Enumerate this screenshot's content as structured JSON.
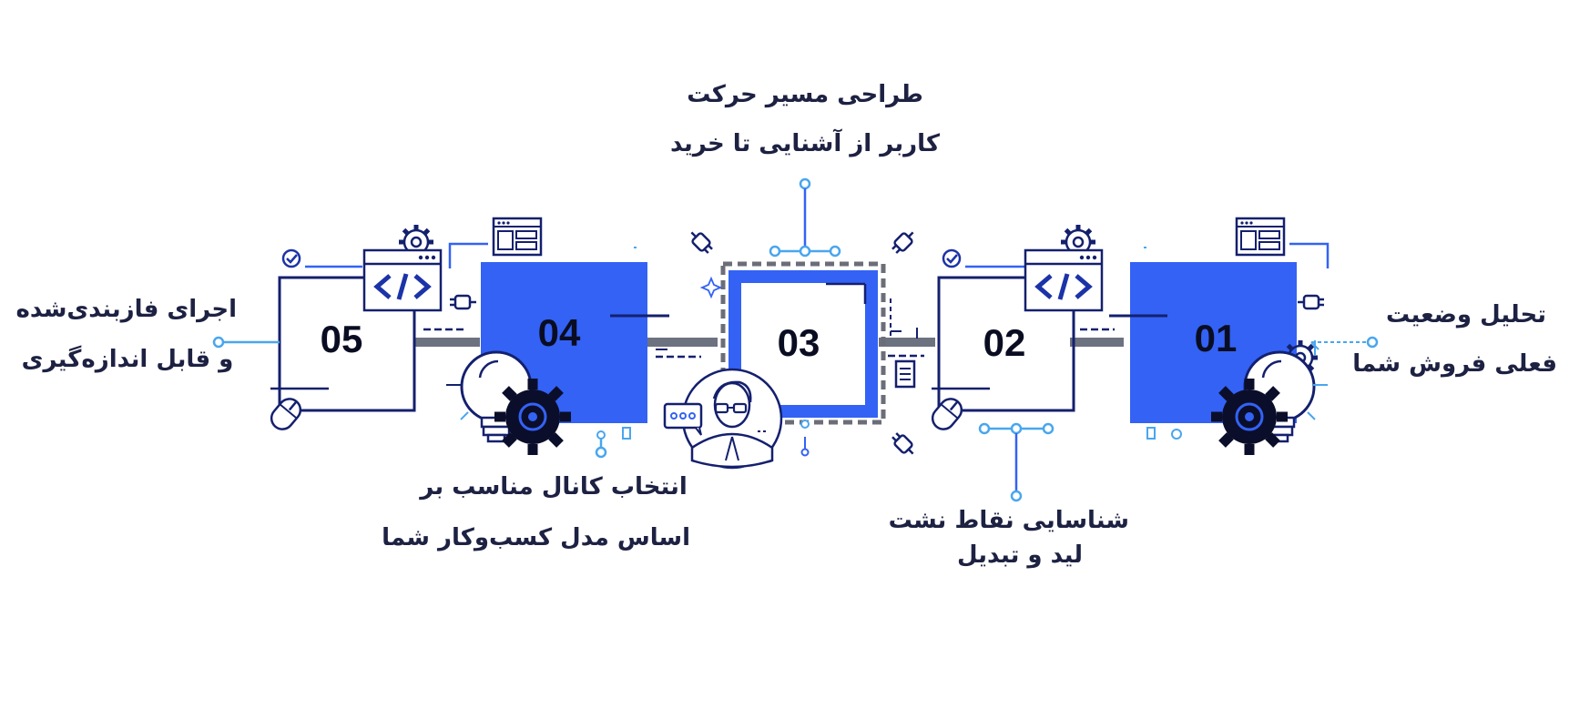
{
  "colors": {
    "blue": "#3362f5",
    "navy": "#14206e",
    "light_blue": "#49a6ee",
    "gray_bar": "#6d7280",
    "dashed": "#6b6e78",
    "text": "#1d2142"
  },
  "steps": [
    {
      "number": "01",
      "line1": "تحلیل وضعیت",
      "line2": "فعلی فروش شما"
    },
    {
      "number": "02",
      "line1": "شناسایی نقاط نشت",
      "line2": "لید و تبدیل"
    },
    {
      "number": "03",
      "line1": "طراحی مسیر حرکت",
      "line2": "کاربر از آشنایی تا خرید"
    },
    {
      "number": "04",
      "line1": "انتخاب کانال مناسب بر",
      "line2": "اساس مدل کسب‌وکار شما"
    },
    {
      "number": "05",
      "line1": "اجرای فازبندی‌شده",
      "line2": "و قابل اندازه‌گیری"
    }
  ],
  "icons": [
    "code-window-icon",
    "gear-icon",
    "checkmark-icon",
    "browser-layout-icon",
    "lightbulb-icon",
    "mouse-icon",
    "plug-icon",
    "document-icon",
    "chat-bubble-icon",
    "person-avatar-icon"
  ]
}
